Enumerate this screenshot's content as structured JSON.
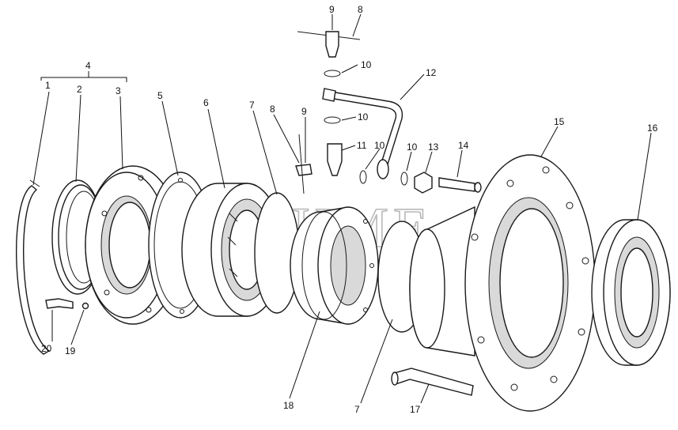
{
  "watermark": "GEJIME",
  "callouts": {
    "c1": "1",
    "c2": "2",
    "c3": "3",
    "c4": "4",
    "c5": "5",
    "c6": "6",
    "c7a": "7",
    "c7b": "7",
    "c8a": "8",
    "c8b": "8",
    "c9a": "9",
    "c9b": "9",
    "c10a": "10",
    "c10b": "10",
    "c10c": "10",
    "c10d": "10",
    "c11": "11",
    "c12": "12",
    "c13": "13",
    "c14": "14",
    "c15": "15",
    "c16": "16",
    "c17": "17",
    "c18": "18",
    "c19": "19",
    "c20": "20"
  }
}
